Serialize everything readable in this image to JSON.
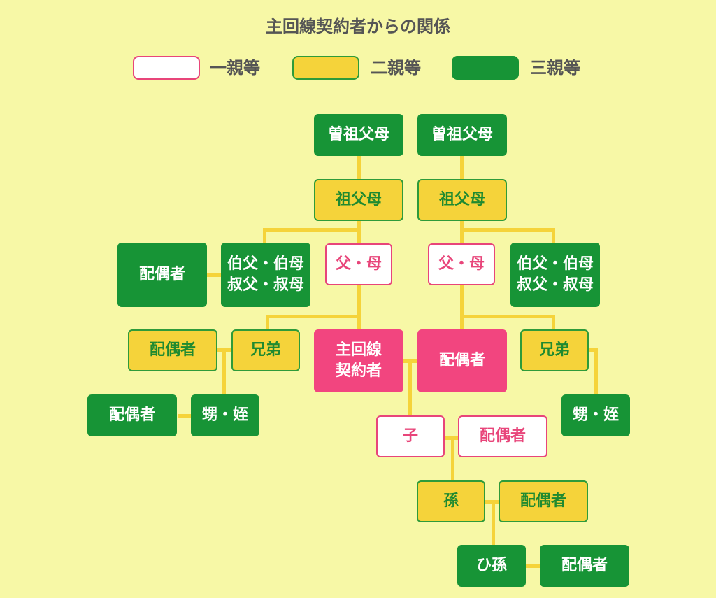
{
  "title": "主回線契約者からの関係",
  "legend": [
    {
      "label": "一親等"
    },
    {
      "label": "二親等"
    },
    {
      "label": "三親等"
    }
  ],
  "colors": {
    "background": "#f7f8a6",
    "degree1_border": "#e8457a",
    "degree2_fill": "#f5d33a",
    "degree3_fill": "#179436",
    "self_fill": "#f2457f",
    "connector": "#f5d33a"
  },
  "nodes": {
    "great_grandparents_left": "曽祖父母",
    "great_grandparents_right": "曽祖父母",
    "grandparents_left": "祖父母",
    "grandparents_right": "祖父母",
    "uncle_aunt_spouse": "配偶者",
    "uncle_aunt_left": "伯父・伯母\n叔父・叔母",
    "parents_left": "父・母",
    "parents_right": "父・母",
    "uncle_aunt_right": "伯父・伯母\n叔父・叔母",
    "sibling_spouse": "配偶者",
    "siblings_left": "兄弟",
    "self": "主回線\n契約者",
    "spouse": "配偶者",
    "siblings_right": "兄弟",
    "nephew_spouse": "配偶者",
    "nephew_niece_left": "甥・姪",
    "nephew_niece_right": "甥・姪",
    "child": "子",
    "child_spouse": "配偶者",
    "grandchild": "孫",
    "grandchild_spouse": "配偶者",
    "great_grandchild": "ひ孫",
    "great_grandchild_spouse": "配偶者"
  }
}
